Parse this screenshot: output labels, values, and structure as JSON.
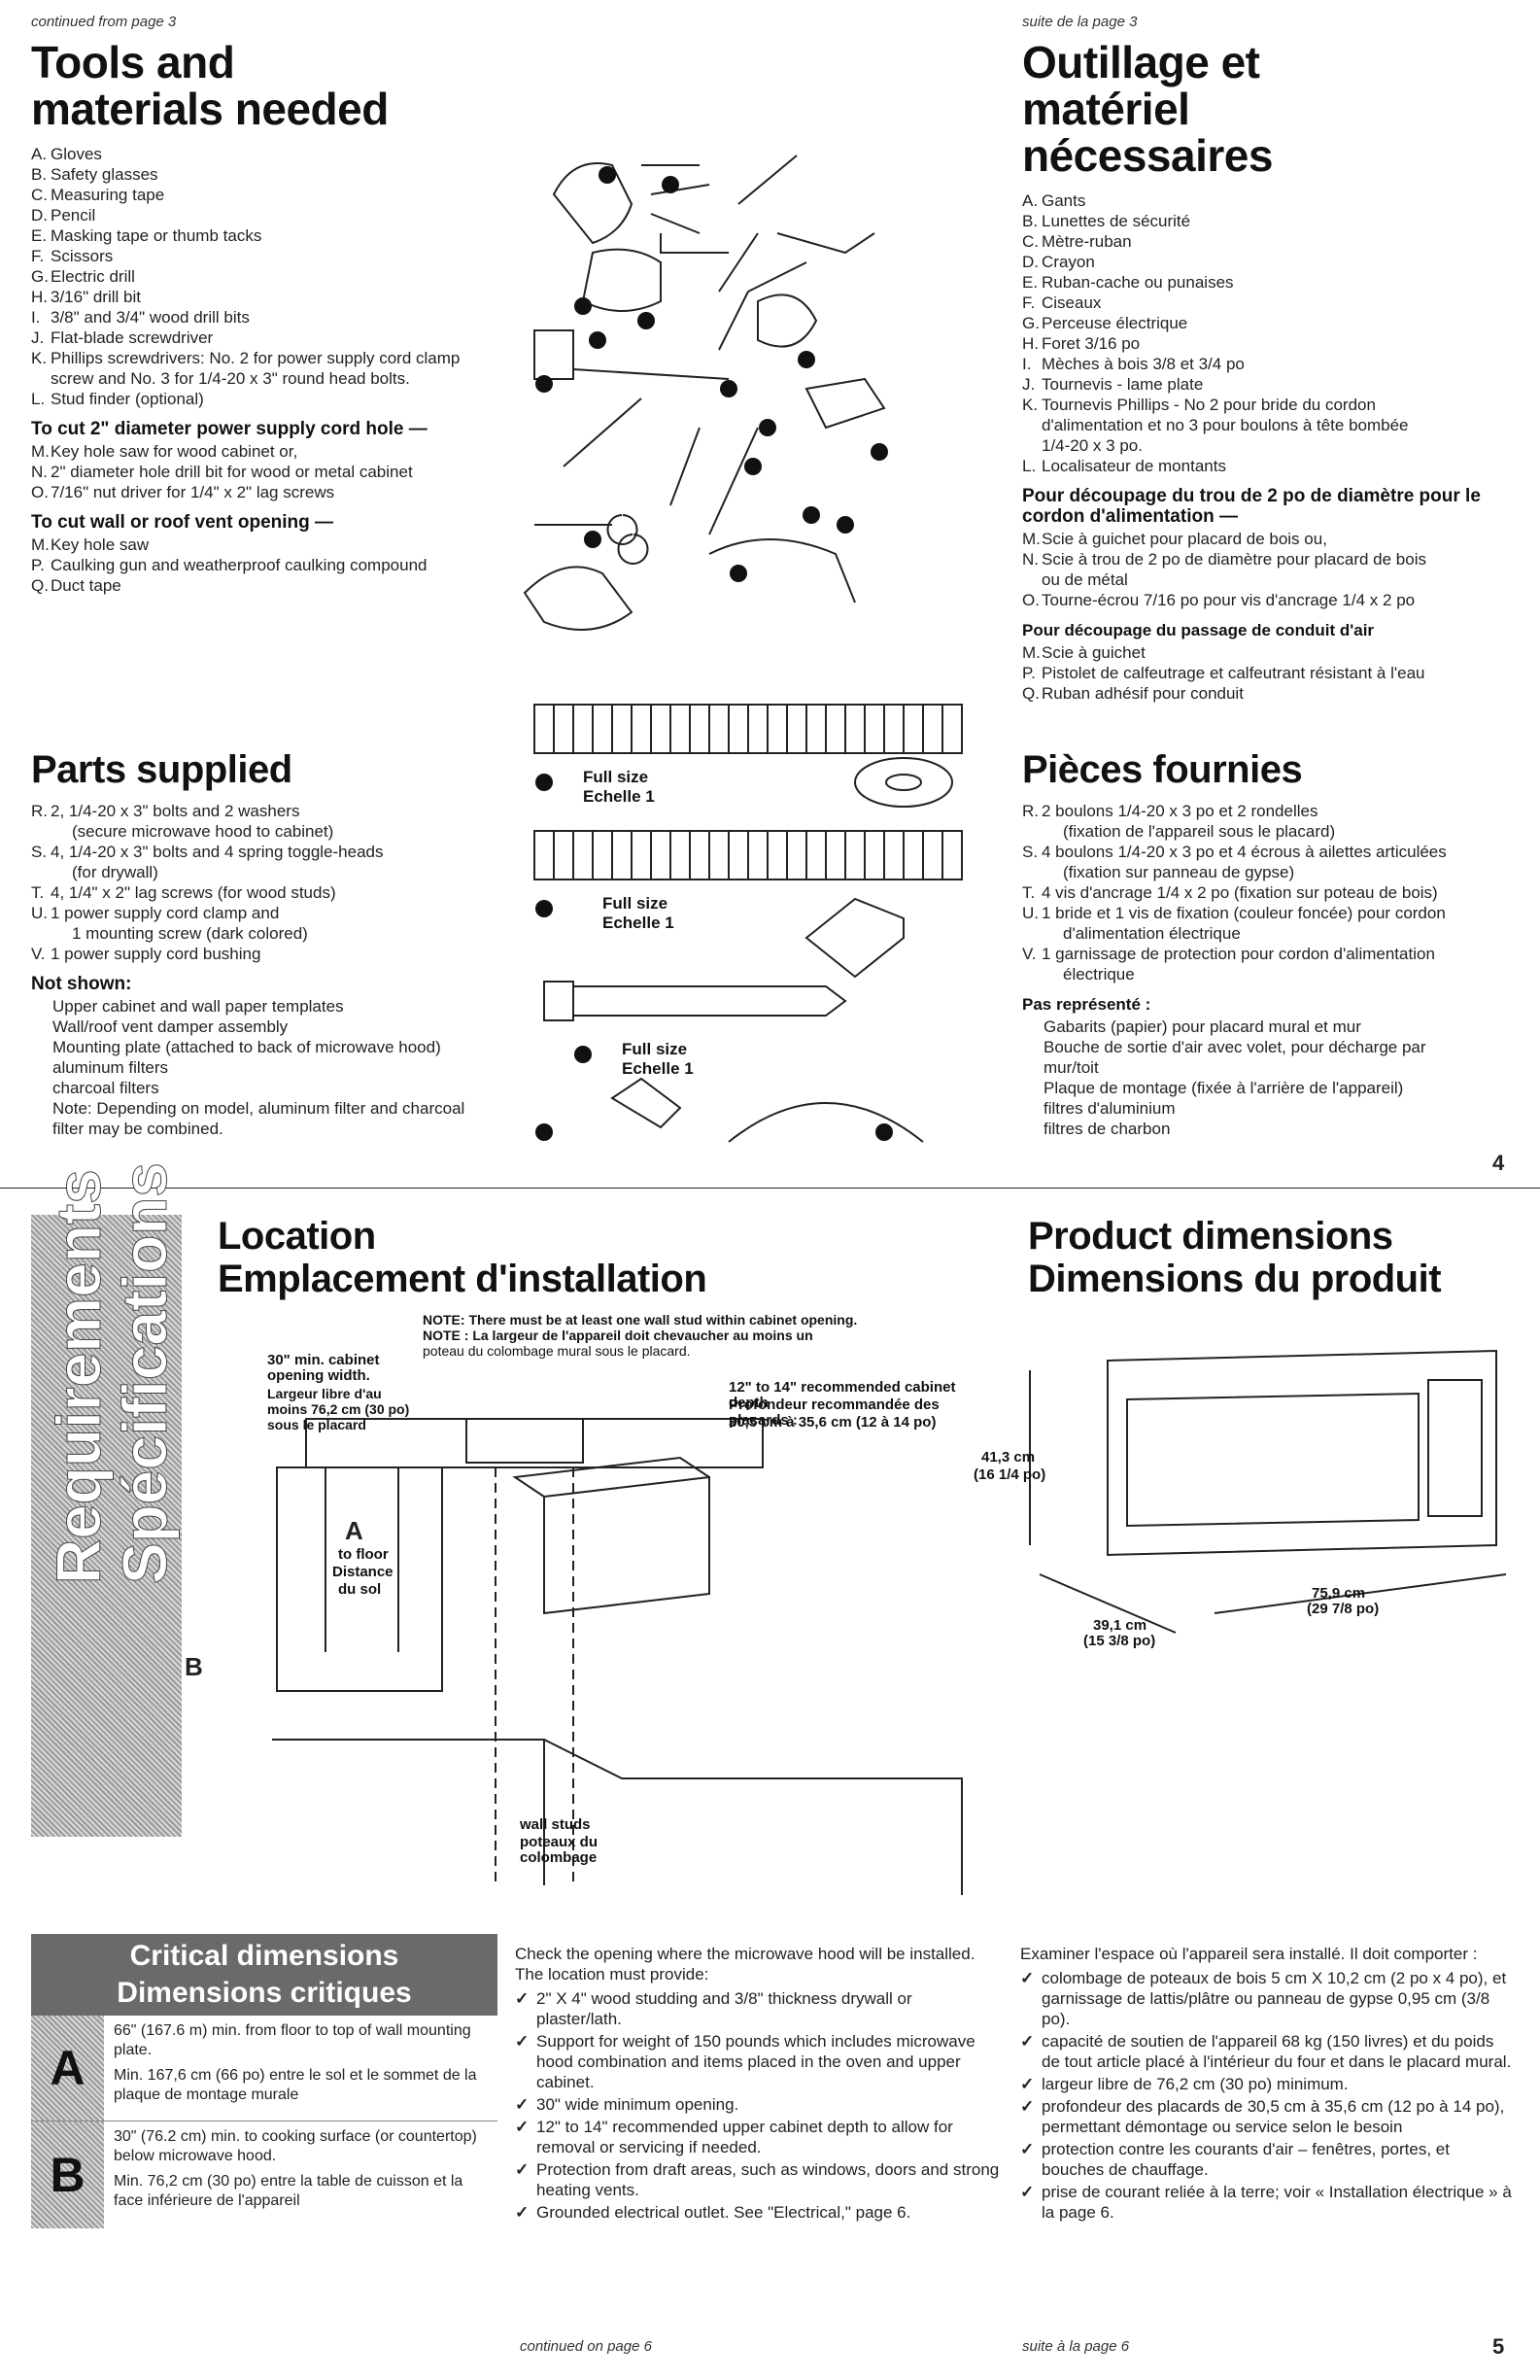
{
  "page4": {
    "continued_en": "continued from page 3",
    "continued_fr": "suite de la page 3",
    "tools_title_en": "Tools and materials needed",
    "tools_title_fr": "Outillage et matériel nécessaires",
    "tools_en": [
      {
        "l": "A.",
        "t": "Gloves"
      },
      {
        "l": "B.",
        "t": "Safety glasses"
      },
      {
        "l": "C.",
        "t": "Measuring tape"
      },
      {
        "l": "D.",
        "t": "Pencil"
      },
      {
        "l": "E.",
        "t": "Masking tape or thumb tacks"
      },
      {
        "l": "F.",
        "t": "Scissors"
      },
      {
        "l": "G.",
        "t": "Electric drill"
      },
      {
        "l": "H.",
        "t": "3/16\" drill bit"
      },
      {
        "l": "I.",
        "t": "3/8\" and 3/4\" wood drill bits"
      },
      {
        "l": "J.",
        "t": "Flat-blade screwdriver"
      },
      {
        "l": "K.",
        "t": "Phillips screwdrivers: No. 2 for power supply cord clamp"
      },
      {
        "l": "",
        "t": "screw and No. 3 for 1/4-20 x 3\" round head bolts."
      },
      {
        "l": "L.",
        "t": "Stud finder (optional)"
      }
    ],
    "cord_hole_en_title": "To cut 2\" diameter power supply cord hole —",
    "cord_hole_en": [
      {
        "l": "M.",
        "t": "Key hole saw for wood cabinet or,"
      },
      {
        "l": "N.",
        "t": "2\" diameter hole drill bit for wood or metal cabinet"
      },
      {
        "l": "O.",
        "t": "7/16\" nut driver for 1/4\" x 2\" lag screws"
      }
    ],
    "vent_en_title": "To cut wall or roof vent opening —",
    "vent_en": [
      {
        "l": "M.",
        "t": "Key hole saw"
      },
      {
        "l": "P.",
        "t": "Caulking gun and weatherproof caulking compound"
      },
      {
        "l": "Q.",
        "t": "Duct tape"
      }
    ],
    "tools_fr": [
      {
        "l": "A.",
        "t": "Gants"
      },
      {
        "l": "B.",
        "t": "Lunettes de sécurité"
      },
      {
        "l": "C.",
        "t": "Mètre-ruban"
      },
      {
        "l": "D.",
        "t": "Crayon"
      },
      {
        "l": "E.",
        "t": "Ruban-cache ou punaises"
      },
      {
        "l": "F.",
        "t": "Ciseaux"
      },
      {
        "l": "G.",
        "t": "Perceuse électrique"
      },
      {
        "l": "H.",
        "t": "Foret 3/16 po"
      },
      {
        "l": "I.",
        "t": "Mèches à bois 3/8 et 3/4 po"
      },
      {
        "l": "J.",
        "t": "Tournevis - lame plate"
      },
      {
        "l": "K.",
        "t": "Tournevis Phillips - No 2 pour bride du cordon"
      },
      {
        "l": "",
        "t": "d'alimentation et no 3 pour boulons à tête bombée"
      },
      {
        "l": "",
        "t": "1/4-20 x 3 po."
      },
      {
        "l": "L.",
        "t": "Localisateur de montants"
      }
    ],
    "cord_hole_fr_title": "Pour découpage du trou de 2 po de diamètre pour le cordon d'alimentation —",
    "cord_hole_fr": [
      {
        "l": "M.",
        "t": "Scie à guichet pour placard de bois ou,"
      },
      {
        "l": "N.",
        "t": "Scie à trou de 2 po de diamètre pour placard de bois"
      },
      {
        "l": "",
        "t": "ou de métal"
      },
      {
        "l": "O.",
        "t": "Tourne-écrou 7/16 po pour vis d'ancrage 1/4 x 2 po"
      }
    ],
    "vent_fr_title": "Pour découpage du passage de conduit d'air",
    "vent_fr": [
      {
        "l": "M.",
        "t": "Scie à guichet"
      },
      {
        "l": "P.",
        "t": "Pistolet de calfeutrage et calfeutrant résistant à l'eau"
      },
      {
        "l": "Q.",
        "t": "Ruban adhésif pour conduit"
      }
    ],
    "parts_title_en": "Parts supplied",
    "parts_title_fr": "Pièces fournies",
    "parts_en": [
      {
        "l": "R.",
        "t": "2, 1/4-20 x 3\" bolts and 2 washers"
      },
      {
        "l": "",
        "t": "(secure microwave hood to cabinet)",
        "i": true
      },
      {
        "l": "S.",
        "t": "4, 1/4-20 x 3\" bolts and 4 spring toggle-heads"
      },
      {
        "l": "",
        "t": "(for drywall)",
        "i": true
      },
      {
        "l": "T.",
        "t": "4, 1/4\" x 2\" lag screws (for wood studs)"
      },
      {
        "l": "U.",
        "t": "1 power supply cord clamp and"
      },
      {
        "l": "",
        "t": "1 mounting screw (dark colored)",
        "i": true
      },
      {
        "l": "V.",
        "t": "1 power supply cord bushing"
      }
    ],
    "not_shown_en_title": "Not shown:",
    "not_shown_en": [
      "Upper cabinet and wall paper templates",
      "Wall/roof vent damper assembly",
      "Mounting plate (attached to back of microwave hood)",
      "aluminum filters",
      "charcoal filters",
      "Note: Depending on model, aluminum filter and charcoal",
      "filter may be combined."
    ],
    "parts_fr": [
      {
        "l": "R.",
        "t": "2 boulons 1/4-20 x 3 po et 2 rondelles"
      },
      {
        "l": "",
        "t": "(fixation de l'appareil sous le placard)",
        "i": true
      },
      {
        "l": "S.",
        "t": "4 boulons 1/4-20 x 3 po et 4 écrous à ailettes articulées"
      },
      {
        "l": "",
        "t": "(fixation sur panneau de gypse)",
        "i": true
      },
      {
        "l": "T.",
        "t": "4 vis d'ancrage 1/4 x 2 po (fixation sur poteau de bois)"
      },
      {
        "l": "U.",
        "t": "1 bride et 1 vis de fixation (couleur foncée) pour cordon"
      },
      {
        "l": "",
        "t": "d'alimentation électrique",
        "i": true
      },
      {
        "l": "V.",
        "t": "1 garnissage de protection pour cordon d'alimentation"
      },
      {
        "l": "",
        "t": "électrique",
        "i": true
      }
    ],
    "not_shown_fr_title": "Pas représenté :",
    "not_shown_fr": [
      "Gabarits (papier) pour placard mural et mur",
      "Bouche de sortie d'air avec volet, pour décharge par",
      "mur/toit",
      "Plaque de montage (fixée à l'arrière de l'appareil)",
      "filtres d'aluminium",
      "filtres de charbon"
    ],
    "full_size_en": "Full size",
    "full_size_fr": "Echelle 1",
    "page_number": "4"
  },
  "page5": {
    "side_en": "Requirements",
    "side_fr": "Spécifications",
    "location_en": "Location",
    "location_fr": "Emplacement d'installation",
    "note_en": "NOTE: There must be at least one wall stud within cabinet opening.",
    "note_fr_1": "NOTE : La largeur de l'appareil doit chevaucher au moins un",
    "note_fr_2": "poteau du colombage mural sous le placard.",
    "cab_width_1": "30\" min. cabinet",
    "cab_width_2": "opening width.",
    "cab_width_3": "Largeur libre d'au",
    "cab_width_4": "moins 76,2 cm (30 po)",
    "cab_width_5": "sous le placard",
    "depth_1": "12\" to 14\" recommended cabinet depth",
    "depth_2": "Profondeur recommandée des placards :",
    "depth_3": "30,5 cm à 35,6 cm (12 à 14 po)",
    "a_label": "A",
    "a_1": "to floor",
    "a_2": "Distance",
    "a_3": "du sol",
    "b_label": "B",
    "studs_1": "wall studs",
    "studs_2": "poteaux du",
    "studs_3": "colombage",
    "prod_dim_en": "Product dimensions",
    "prod_dim_fr": "Dimensions du produit",
    "h_1": "41,3 cm",
    "h_2": "(16 1/4 po)",
    "w_1": "75,9 cm",
    "w_2": "(29 7/8 po)",
    "d_1": "39,1 cm",
    "d_2": "(15 3/8 po)",
    "crit_en": "Critical dimensions",
    "crit_fr": "Dimensions critiques",
    "crit_a_en": "66\" (167.6 m) min. from floor to top of wall mounting plate.",
    "crit_a_fr": "Min. 167,6 cm (66 po) entre le sol et le sommet de la plaque de montage murale",
    "crit_b_en": "30\" (76.2 cm) min. to cooking surface (or countertop) below microwave hood.",
    "crit_b_fr": "Min. 76,2 cm (30 po) entre la table de cuisson et la face inférieure de l'appareil",
    "check_intro_en": "Check the opening where the microwave hood will be installed. The location must provide:",
    "check_en": [
      "2\" X 4\" wood studding and 3/8\" thickness drywall or plaster/lath.",
      "Support for weight of 150 pounds which includes microwave hood combination and items placed in the oven and upper cabinet.",
      "30\" wide minimum opening.",
      "12\" to 14\" recommended upper cabinet depth to allow for removal or servicing if needed.",
      "Protection from draft areas, such as windows, doors and strong heating vents.",
      "Grounded electrical outlet. See \"Electrical,\" page 6."
    ],
    "check_intro_fr": "Examiner l'espace où l'appareil sera installé. Il doit comporter :",
    "check_fr": [
      "colombage de poteaux de bois 5 cm X 10,2 cm (2 po x 4 po), et garnissage de lattis/plâtre ou panneau de gypse 0,95 cm (3/8 po).",
      "capacité de soutien de l'appareil 68 kg (150 livres) et du poids de tout article placé à l'intérieur du four et dans le placard mural.",
      "largeur libre de 76,2 cm (30 po) minimum.",
      "profondeur des placards de 30,5 cm à 35,6 cm (12 po à 14 po), permettant démontage ou service selon le besoin",
      "protection contre les courants d'air – fenêtres, portes, et bouches de chauffage.",
      "prise de courant reliée à la terre; voir « Installation électrique » à la page 6."
    ],
    "check_mark": "✓",
    "continued_en": "continued on page 6",
    "continued_fr": "suite à la page 6",
    "page_number": "5"
  }
}
